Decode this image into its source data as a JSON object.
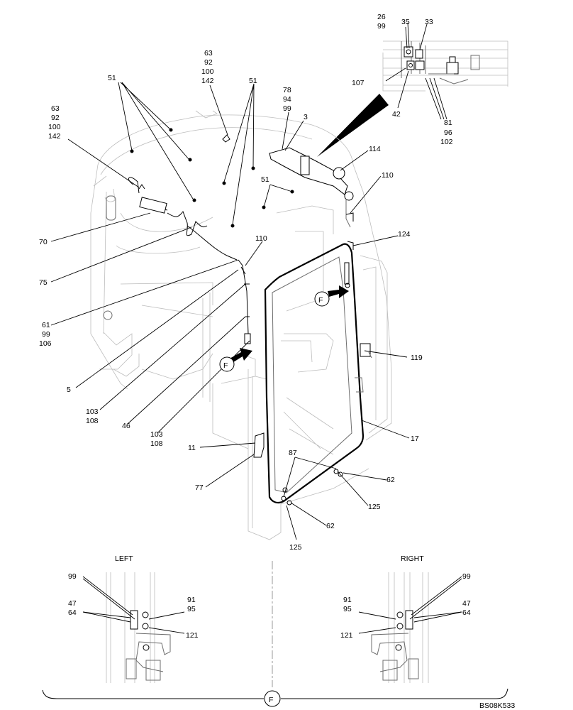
{
  "diagram": {
    "callouts": [
      "26",
      "99",
      "35",
      "33",
      "107",
      "42",
      "81",
      "96",
      "102",
      "63",
      "92",
      "100",
      "142",
      "51",
      "78",
      "94",
      "3",
      "114",
      "110",
      "70",
      "75",
      "61",
      "106",
      "124",
      "5",
      "103",
      "108",
      "46",
      "119",
      "17",
      "11",
      "87",
      "62",
      "77",
      "125",
      "F"
    ],
    "section_labels": {
      "left": "LEFT",
      "right": "RIGHT"
    },
    "view_marker": "F",
    "drawing_code": "BS08K533"
  },
  "colors": {
    "ink": "#000000",
    "outline": "#6e6e6e",
    "light": "#bdbdbd"
  }
}
